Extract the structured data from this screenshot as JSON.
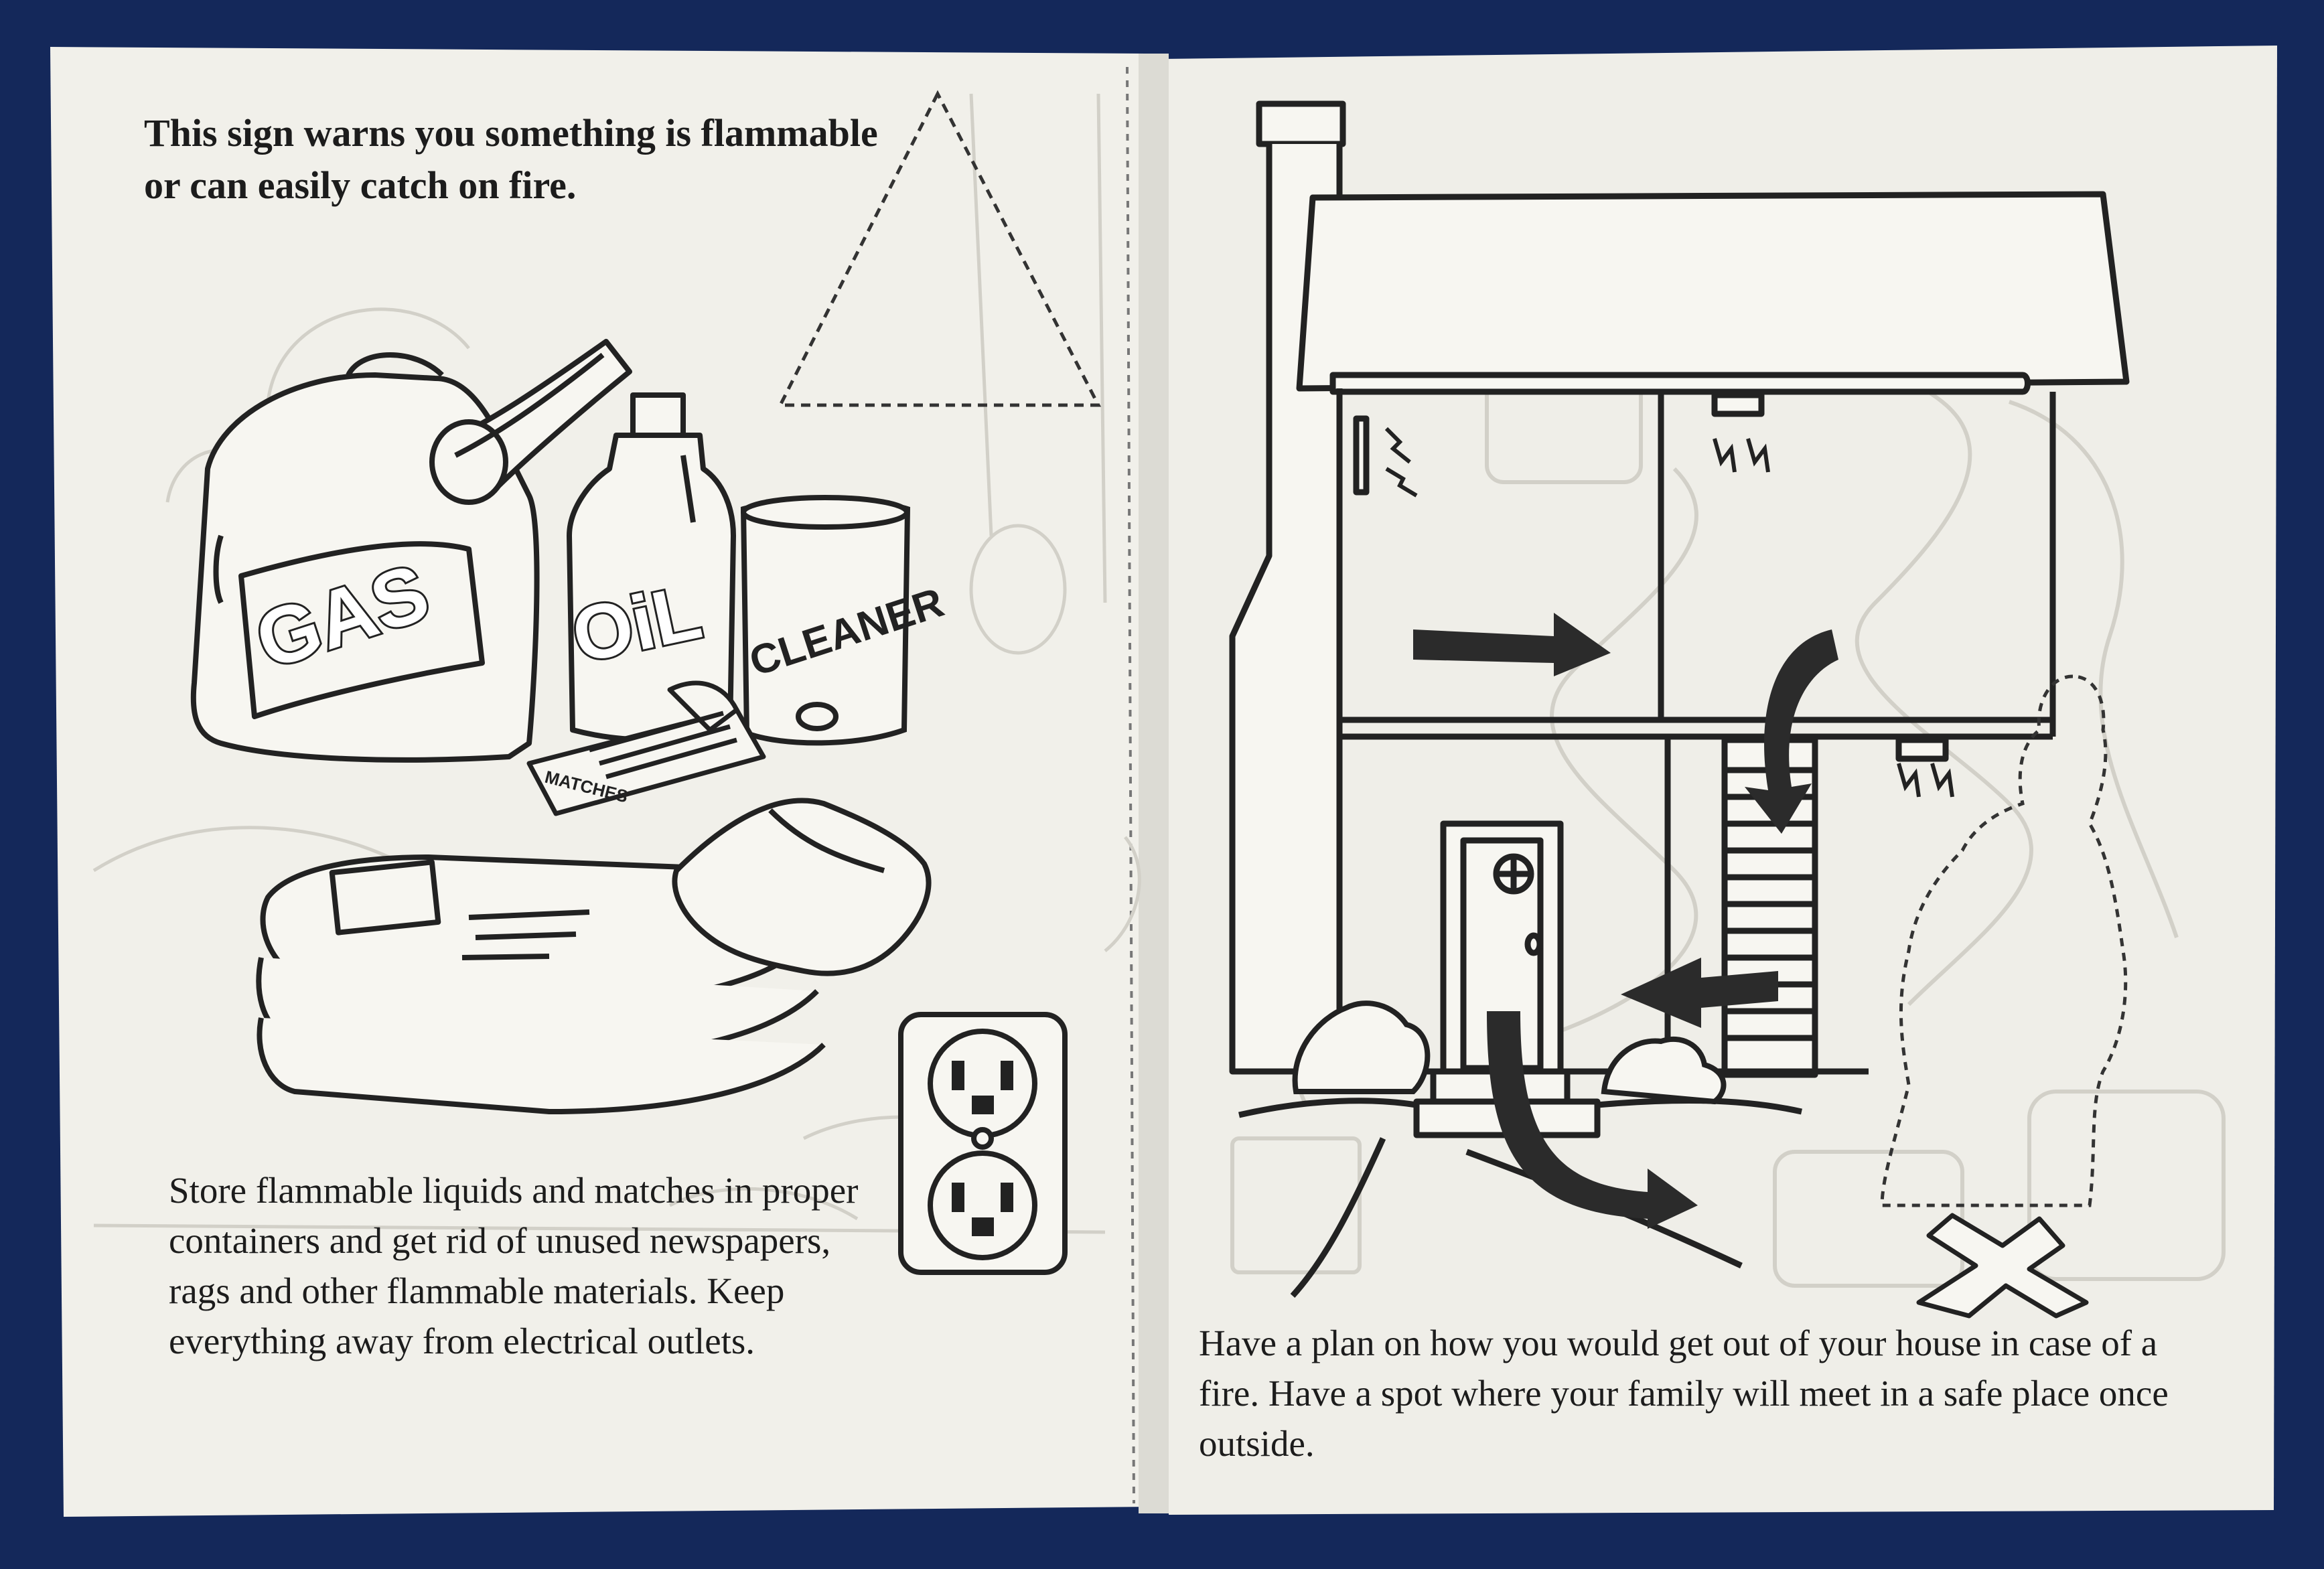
{
  "left_page": {
    "heading": "This sign warns you something is flammable or can easily catch on fire.",
    "body": "Store flammable liquids and matches in proper containers and get rid of unused newspapers, rags and other flammable materials. Keep everything away from electrical outlets.",
    "labels": {
      "gas": "GAS",
      "oil": "OiL",
      "cleaner": "CLEANER",
      "matches": "MATCHES"
    }
  },
  "right_page": {
    "body": "Have a plan on how you would get out of your house in case of a fire. Have a spot where your family will meet in a safe place once outside."
  },
  "colors": {
    "background": "#14285a",
    "paper": "#f1f0ea",
    "ink": "#222222",
    "ghost": "#cfcdc6"
  }
}
